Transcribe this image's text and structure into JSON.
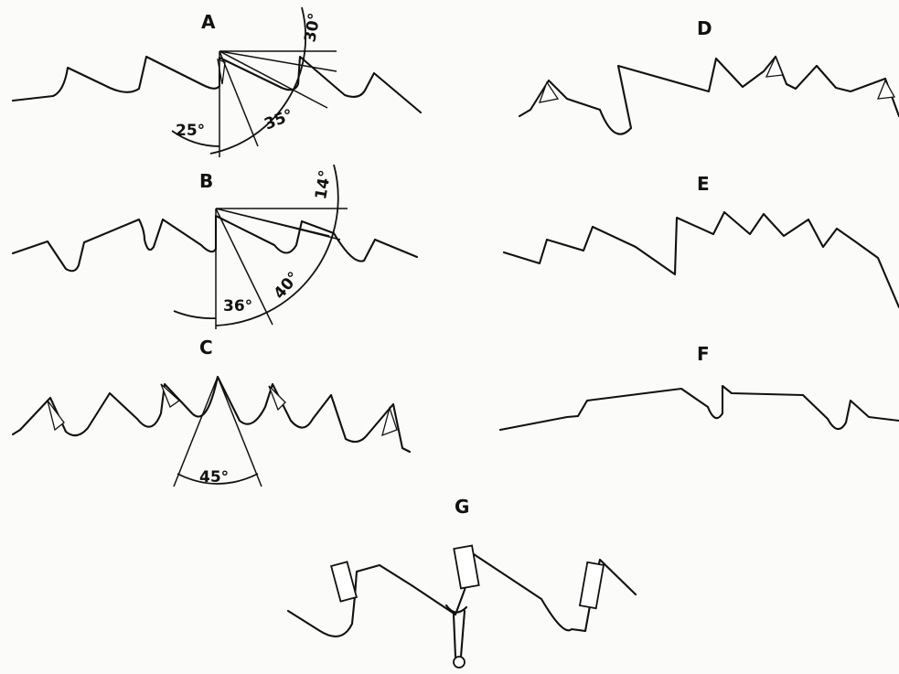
{
  "panels": {
    "A": {
      "label": "A",
      "angles": [
        "30°",
        "35°",
        "25°"
      ]
    },
    "B": {
      "label": "B",
      "angles": [
        "14°",
        "40°",
        "36°"
      ]
    },
    "C": {
      "label": "C",
      "angles": [
        "45°"
      ]
    },
    "D": {
      "label": "D"
    },
    "E": {
      "label": "E"
    },
    "F": {
      "label": "F"
    },
    "G": {
      "label": "G"
    }
  },
  "colors": {
    "ink": "#111111",
    "paper": "#fbfbf9"
  }
}
